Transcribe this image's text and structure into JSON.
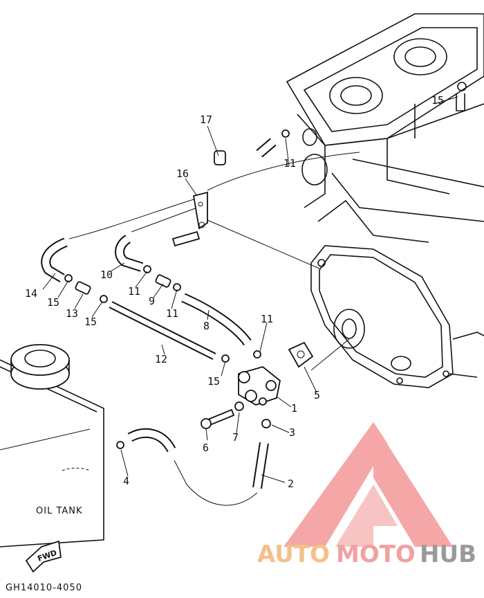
{
  "labels": [
    {
      "id": "1",
      "text": "1"
    },
    {
      "id": "2",
      "text": "2"
    },
    {
      "id": "3",
      "text": "3"
    },
    {
      "id": "4",
      "text": "4"
    },
    {
      "id": "5",
      "text": "5"
    },
    {
      "id": "6",
      "text": "6"
    },
    {
      "id": "7",
      "text": "7"
    },
    {
      "id": "8",
      "text": "8"
    },
    {
      "id": "9",
      "text": "9"
    },
    {
      "id": "10",
      "text": "10"
    },
    {
      "id": "11a",
      "text": "11"
    },
    {
      "id": "11b",
      "text": "11"
    },
    {
      "id": "11c",
      "text": "11"
    },
    {
      "id": "11d",
      "text": "11"
    },
    {
      "id": "12",
      "text": "12"
    },
    {
      "id": "13",
      "text": "13"
    },
    {
      "id": "14",
      "text": "14"
    },
    {
      "id": "15a",
      "text": "15"
    },
    {
      "id": "15b",
      "text": "15"
    },
    {
      "id": "15c",
      "text": "15"
    },
    {
      "id": "15d",
      "text": "15"
    },
    {
      "id": "16",
      "text": "16"
    },
    {
      "id": "17",
      "text": "17"
    }
  ],
  "oil_tank_label": "OIL TANK",
  "fwd_label": "FWD",
  "diagram_code": "GH14010-4050",
  "watermark": {
    "part1": "AUTO",
    "part2": "MOTO",
    "part3": "HUB",
    "color_triangle": "#f27c7c"
  }
}
